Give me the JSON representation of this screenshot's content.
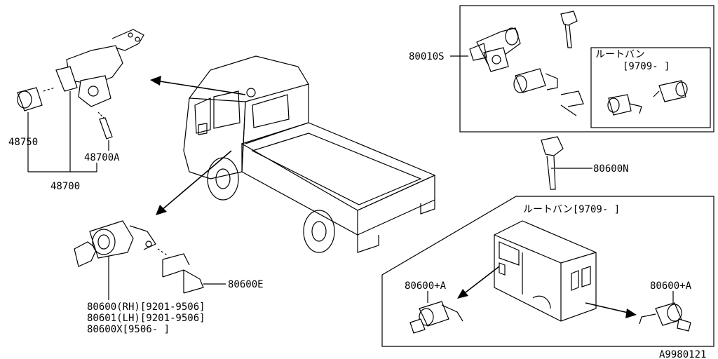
{
  "labels": {
    "p80010s": "80010S",
    "box_sub_line1": "ルートバン",
    "box_sub_line2": "[9709-     ]",
    "p48750": "48750",
    "p48700a": "48700A",
    "p48700": "48700",
    "p80600n": "80600N",
    "box_van_title": "ルートバン[9709-      ]",
    "p80600e": "80600E",
    "p80600rh": "80600(RH)[9201-9506]",
    "p80601lh": "80601(LH)[9201-9506]",
    "p80600x": "80600X[9506-     ]",
    "p80600a_left": "80600+A",
    "p80600a_right": "80600+A",
    "diagram_id": "A9980121"
  }
}
